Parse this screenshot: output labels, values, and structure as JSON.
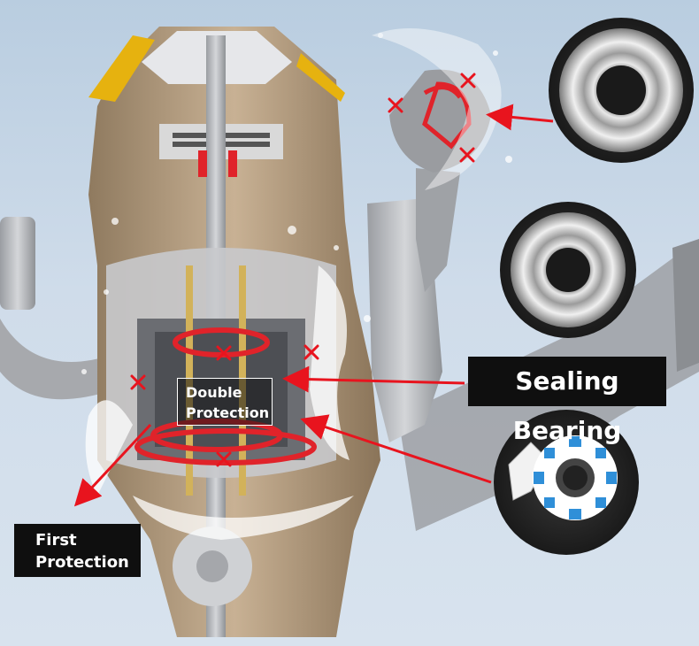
{
  "labels": {
    "sealing_bearing": "Sealing Bearing",
    "double_protection": [
      "Double",
      "Protection"
    ],
    "first_protection": [
      "First",
      "Protection"
    ]
  },
  "colors": {
    "arrow_red": "#e8141e",
    "seal_red": "#e0232a",
    "body_tan": "#b49b7c",
    "accent_yellow": "#e6b20f",
    "label_bg": "#0f0f0f"
  },
  "icons": [
    "x-mark-icon",
    "bearing-icon",
    "seal-ring-icon",
    "arrow-icon"
  ]
}
